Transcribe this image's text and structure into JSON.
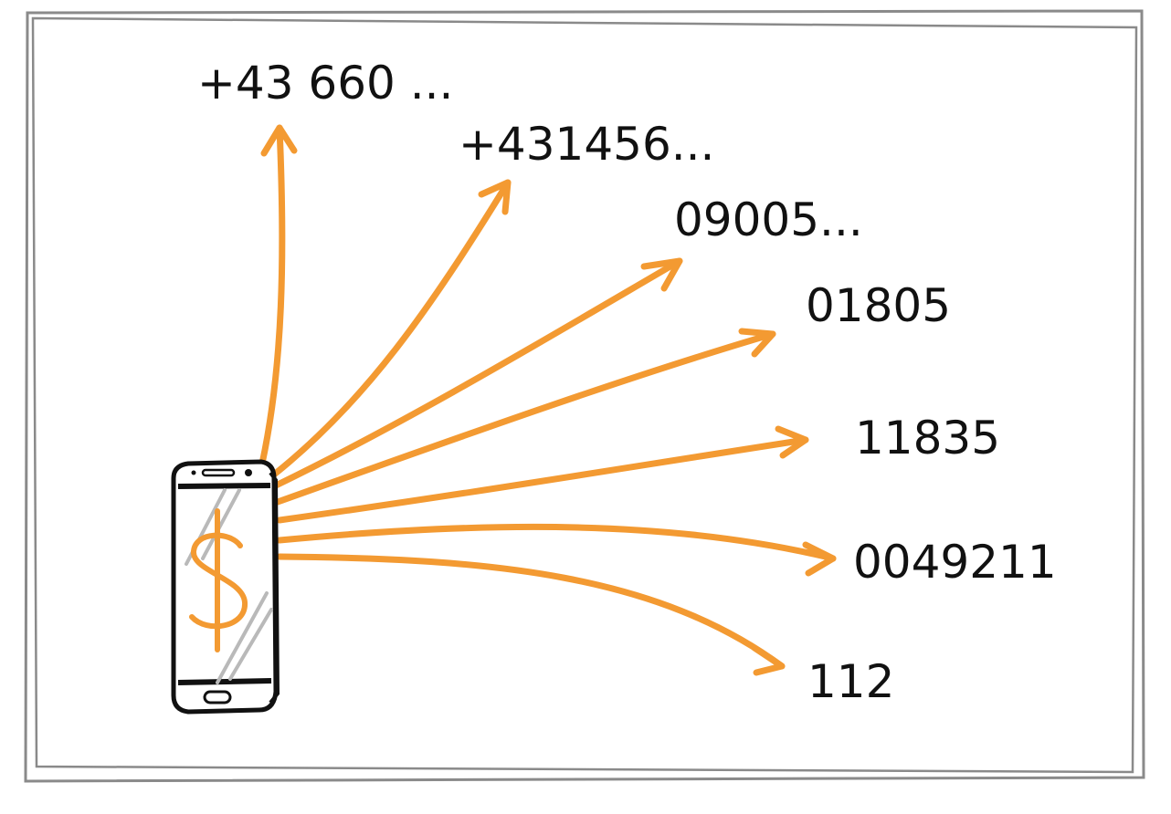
{
  "colors": {
    "arrow": "#f39a32",
    "frame": "#8a8a8a",
    "phone_body": "#111111",
    "phone_glare": "#b9b9b9",
    "text": "#111111"
  },
  "phone": {
    "symbol": "$",
    "icon": "smartphone-icon"
  },
  "numbers": [
    {
      "text": "+43 660 ..."
    },
    {
      "text": "+431456..."
    },
    {
      "text": "09005..."
    },
    {
      "text": "01805"
    },
    {
      "text": "11835"
    },
    {
      "text": "0049211"
    },
    {
      "text": "112"
    }
  ]
}
